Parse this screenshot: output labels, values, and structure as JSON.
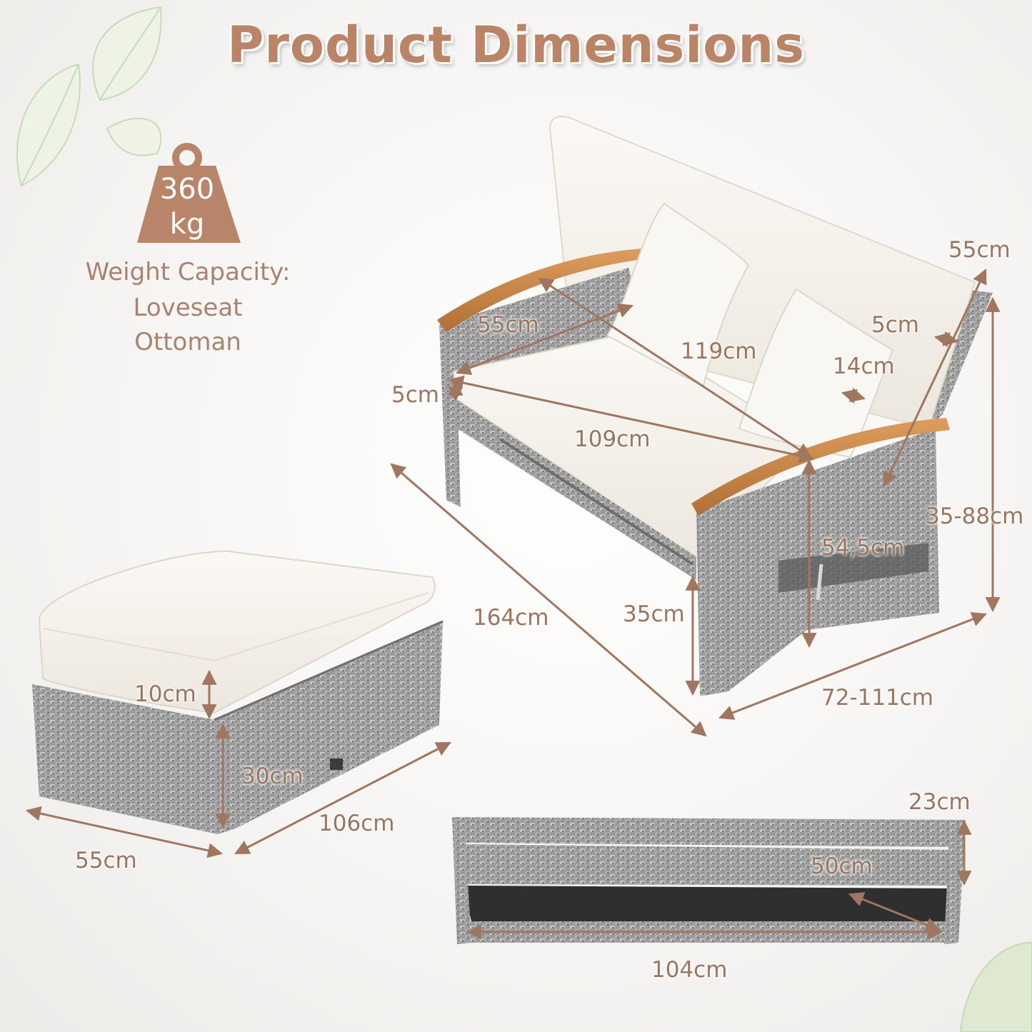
{
  "title": "Product Dimensions",
  "weight": {
    "value": "360",
    "unit": "kg",
    "caption": "Weight Capacity:",
    "line1": "Loveseat",
    "line2": "Ottoman"
  },
  "colors": {
    "accent": "#b98566",
    "label": "#9a7560",
    "wicker": "#8f8f8f",
    "cushion": "#f7f4ee",
    "wood": "#c8874a"
  },
  "loveseat_dims": {
    "backrest_depth": "55cm",
    "armrest_depth": "55cm",
    "backrest_thickness": "5cm",
    "width_top": "119cm",
    "pillow": "14cm",
    "cushion_thickness": "5cm",
    "seat_width": "109cm",
    "length": "164cm",
    "arm_height": "54,5cm",
    "height": "35-88cm",
    "seat_height": "35cm",
    "depth": "72-111cm"
  },
  "ottoman_dims": {
    "cushion": "10cm",
    "height": "30cm",
    "length": "106cm",
    "width": "55cm"
  },
  "table_dims": {
    "height": "23cm",
    "depth": "50cm",
    "width": "104cm"
  }
}
